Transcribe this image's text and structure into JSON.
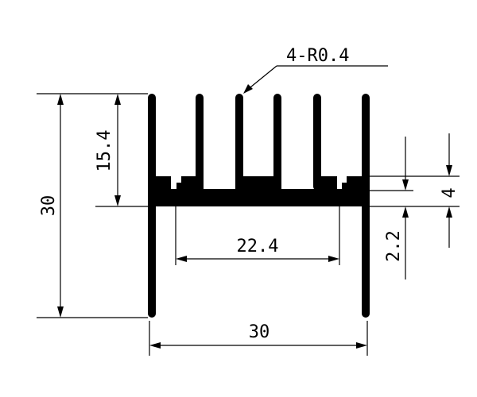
{
  "drawing": {
    "callout": "4-R0.4",
    "overall_height": "30",
    "fin_height": "15.4",
    "inner_width": "22.4",
    "overall_width": "30",
    "lip_height": "4",
    "base_thickness": "2.2"
  },
  "colors": {
    "ink": "#000000",
    "background": "#ffffff"
  }
}
